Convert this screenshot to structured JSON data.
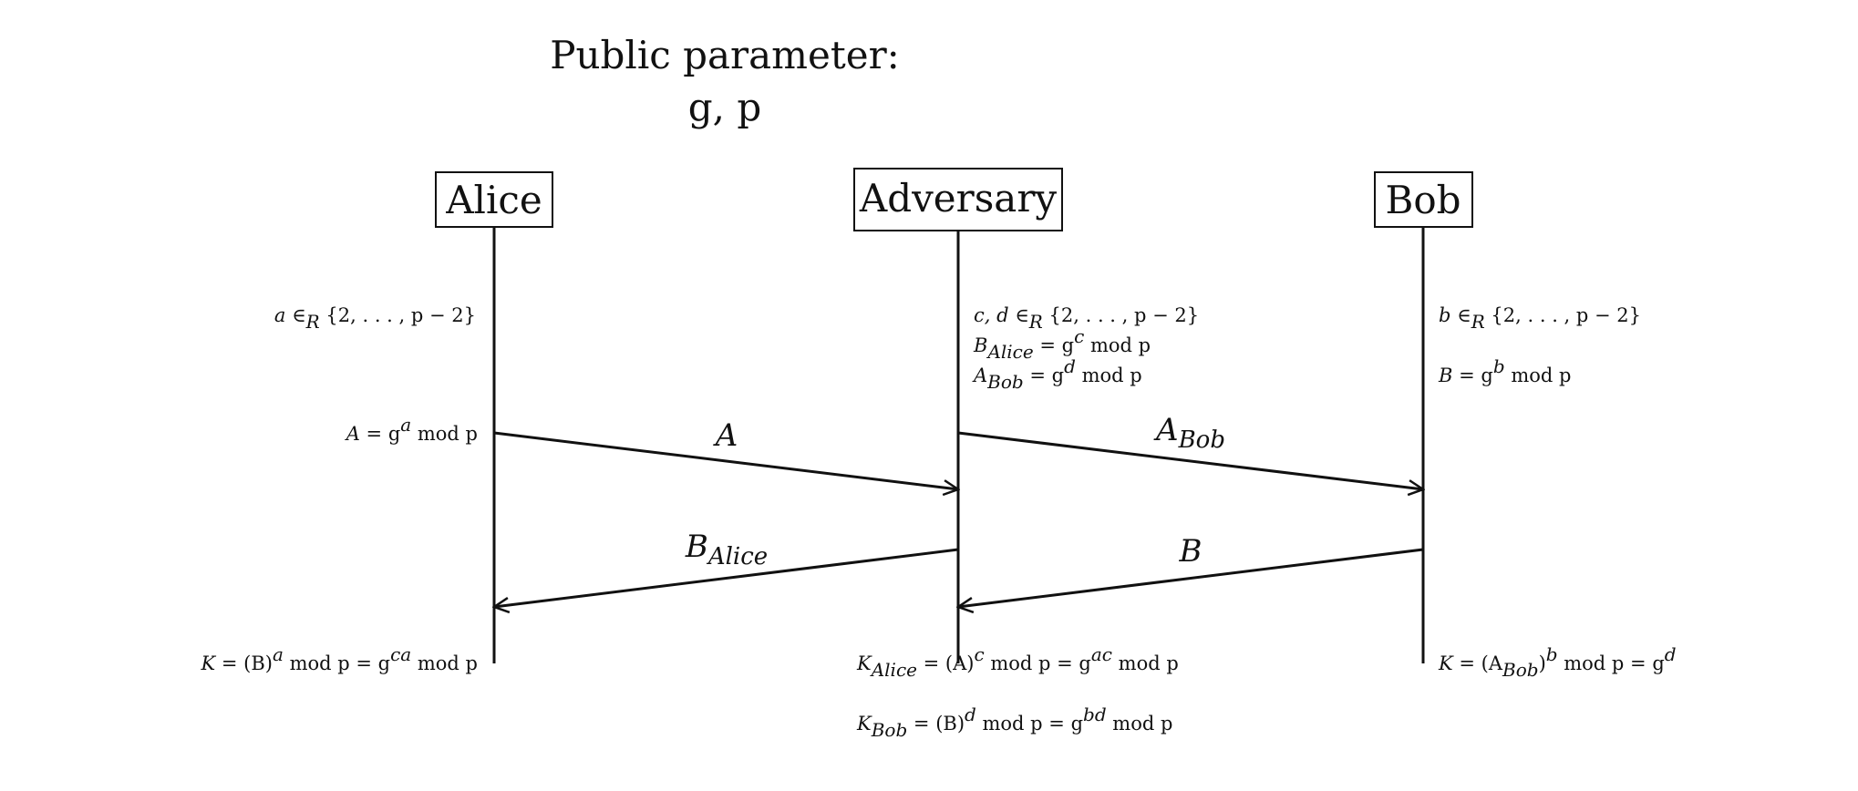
{
  "diagram": {
    "public_parameter": {
      "label": "Public parameter:",
      "values": "g, p"
    },
    "parties": [
      {
        "id": "alice",
        "label": "Alice"
      },
      {
        "id": "adversary",
        "label": "Adversary"
      },
      {
        "id": "bob",
        "label": "Bob"
      }
    ],
    "alice": {
      "choose": {
        "var": "a",
        "rel": " ∈",
        "sub": "R",
        "set": " {2, . . . , p − 2}"
      },
      "public": {
        "lhs": "A",
        "eq": " = g",
        "sup": "a",
        "tail": " mod p"
      },
      "key": {
        "lhs": "K",
        "mid1": " = (B)",
        "sup1": "a",
        "mid2": "  mod p = g",
        "sup2": "ca",
        "tail": "  mod p"
      }
    },
    "adversary": {
      "choose": {
        "var": "c, d",
        "rel": " ∈",
        "sub": "R",
        "set": " {2, . . . , p − 2}"
      },
      "b_alice": {
        "lhs": "B",
        "sub": "Alice",
        "eq": " = g",
        "sup": "c",
        "tail": " mod p"
      },
      "a_bob": {
        "lhs": "A",
        "sub": "Bob",
        "eq": " = g",
        "sup": "d",
        "tail": " mod p"
      },
      "key_alice": {
        "lhs": "K",
        "sub": "Alice",
        "mid1": " = (A)",
        "sup1": "c",
        "mid2": "  mod p = g",
        "sup2": "ac",
        "tail": "  mod p"
      },
      "key_bob": {
        "lhs": "K",
        "sub": "Bob",
        "mid1": " = (B)",
        "sup1": "d",
        "mid2": "  mod p = g",
        "sup2": "bd",
        "tail": "  mod p"
      }
    },
    "bob": {
      "choose": {
        "var": "b",
        "rel": " ∈",
        "sub": "R",
        "set": " {2, . . . , p − 2}"
      },
      "public": {
        "lhs": "B",
        "eq": " = g",
        "sup": "b",
        "tail": " mod p"
      },
      "key": {
        "lhs": "K",
        "mid1": " = (A",
        "sub1": "Bob",
        "mid1b": ")",
        "sup1": "b",
        "mid2": "  mod p = g",
        "sup2": "d"
      }
    },
    "messages": [
      {
        "id": "alice-to-adversary",
        "from": "alice",
        "to": "adversary",
        "label": "A",
        "sub": ""
      },
      {
        "id": "adversary-to-bob",
        "from": "adversary",
        "to": "bob",
        "label": "A",
        "sub": "Bob"
      },
      {
        "id": "adversary-to-alice",
        "from": "adversary",
        "to": "alice",
        "label": "B",
        "sub": "Alice"
      },
      {
        "id": "bob-to-adversary",
        "from": "bob",
        "to": "adversary",
        "label": "B",
        "sub": ""
      }
    ]
  }
}
